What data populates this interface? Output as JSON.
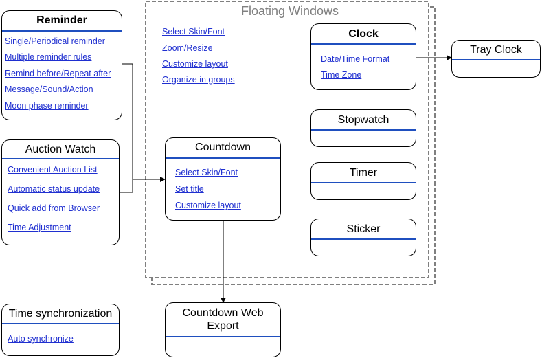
{
  "group": {
    "title": "Floating Windows"
  },
  "reminder": {
    "title": "Reminder",
    "links": [
      "Single/Periodical reminder",
      "Multiple reminder rules",
      "Remind before/Repeat after",
      "Message/Sound/Action",
      "Moon phase reminder"
    ]
  },
  "auction": {
    "title": "Auction Watch",
    "links": [
      "Convenient Auction List",
      "Automatic status update",
      "Quick add from Browser",
      "Time Adjustment"
    ]
  },
  "timesync": {
    "title": "Time synchronization",
    "links": [
      "Auto synchronize"
    ]
  },
  "floating_links": [
    "Select Skin/Font",
    "Zoom/Resize",
    "Customize layout",
    "Organize in groups"
  ],
  "countdown": {
    "title": "Countdown",
    "links": [
      "Select Skin/Font",
      "Set title",
      "Customize layout"
    ]
  },
  "web_export": {
    "title_line1": "Countdown Web",
    "title_line2": "Export"
  },
  "clock": {
    "title": "Clock",
    "links": [
      "Date/Time Format",
      "Time Zone"
    ]
  },
  "tray_clock": {
    "title": "Tray Clock"
  },
  "stopwatch": {
    "title": "Stopwatch"
  },
  "timer": {
    "title": "Timer"
  },
  "sticker": {
    "title": "Sticker"
  },
  "colors": {
    "link": "#1f2fd0",
    "header_line": "#1f4fbf",
    "group_border": "#808080"
  }
}
